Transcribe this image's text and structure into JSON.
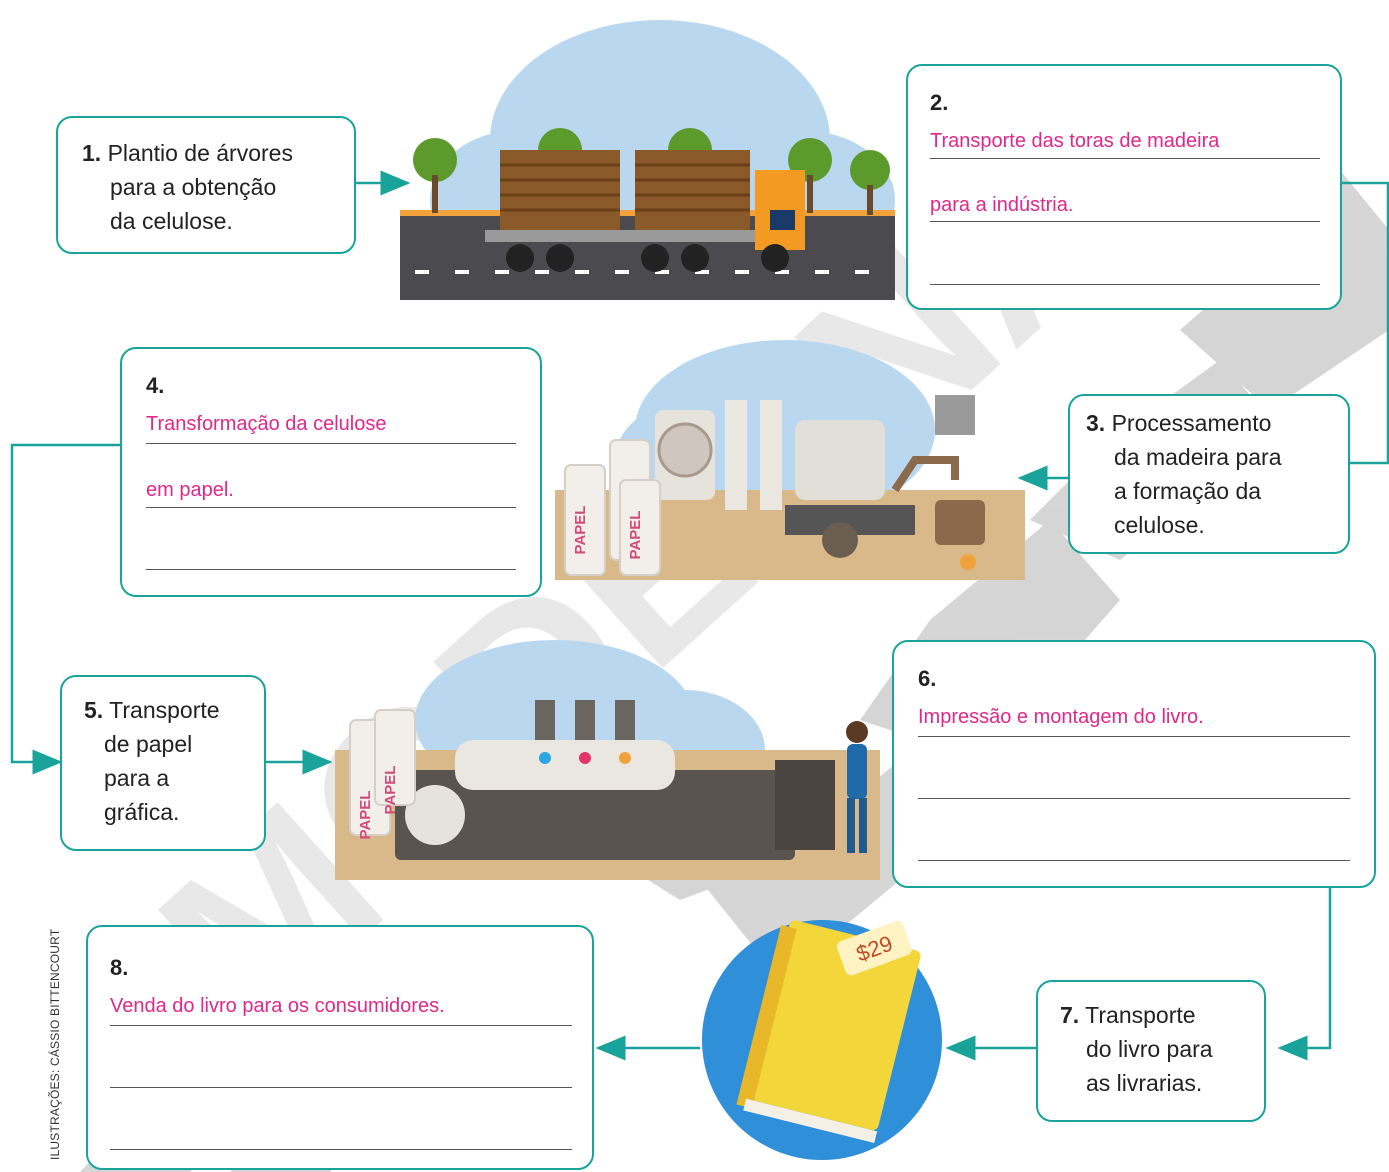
{
  "steps": {
    "s1": {
      "num": "1.",
      "lines": [
        "Plantio de árvores",
        "para a obtenção",
        "da celulose."
      ]
    },
    "s2": {
      "num": "2.",
      "answer": [
        "Transporte das toras de madeira",
        "para a indústria."
      ]
    },
    "s3": {
      "num": "3.",
      "lines": [
        "Processamento",
        "da madeira para",
        "a formação da",
        "celulose."
      ]
    },
    "s4": {
      "num": "4.",
      "answer": [
        "Transformação da celulose",
        "em papel."
      ]
    },
    "s5": {
      "num": "5.",
      "lines": [
        "Transporte",
        "de papel",
        "para a",
        "gráfica."
      ]
    },
    "s6": {
      "num": "6.",
      "answer": [
        "Impressão e montagem do livro."
      ]
    },
    "s7": {
      "num": "7.",
      "lines": [
        "Transporte",
        "do livro para",
        "as livrarias."
      ]
    },
    "s8": {
      "num": "8.",
      "answer": [
        "Venda do livro para os consumidores."
      ]
    }
  },
  "illustrations": {
    "roll_label": "PAPEL",
    "price_tag": "$29"
  },
  "watermark": "MODERNA",
  "credit": "ILUSTRAÇÕES: CÁSSIO BITTENCOURT",
  "colors": {
    "accent": "#1aa39a",
    "answer": "#e0288a"
  }
}
